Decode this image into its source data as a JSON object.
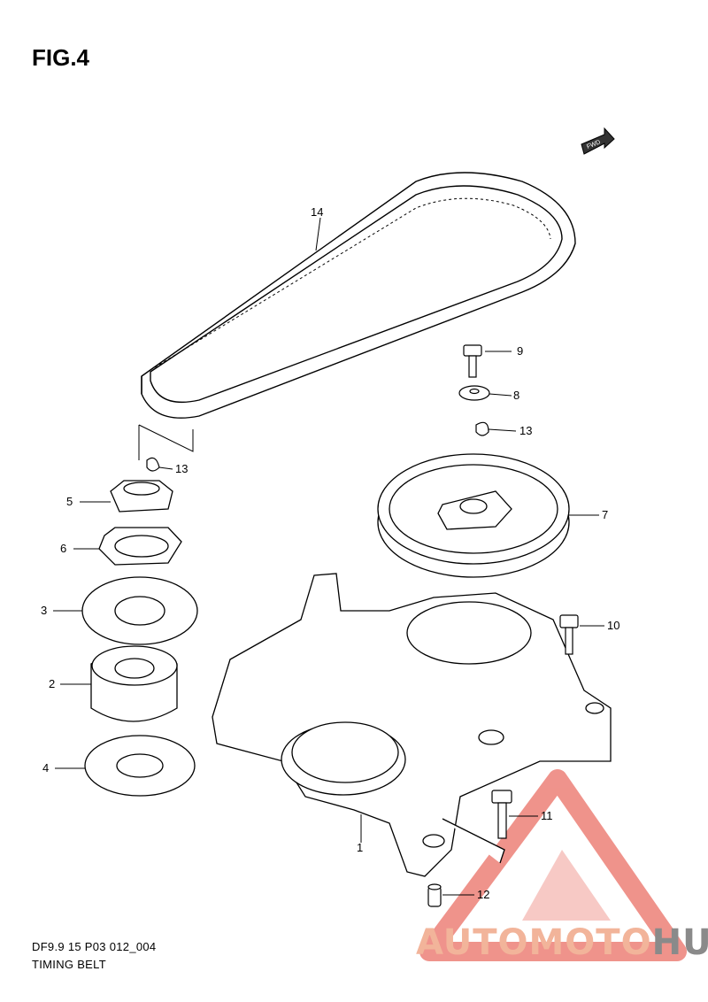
{
  "figure": {
    "title": "FIG.4"
  },
  "fwd_label": "FWD",
  "callouts": [
    {
      "id": "1",
      "label": "1"
    },
    {
      "id": "2",
      "label": "2"
    },
    {
      "id": "3",
      "label": "3"
    },
    {
      "id": "4",
      "label": "4"
    },
    {
      "id": "5",
      "label": "5"
    },
    {
      "id": "6",
      "label": "6"
    },
    {
      "id": "7",
      "label": "7"
    },
    {
      "id": "8",
      "label": "8"
    },
    {
      "id": "9",
      "label": "9"
    },
    {
      "id": "10",
      "label": "10"
    },
    {
      "id": "11",
      "label": "11"
    },
    {
      "id": "12",
      "label": "12"
    },
    {
      "id": "13a",
      "label": "13"
    },
    {
      "id": "13b",
      "label": "13"
    },
    {
      "id": "14",
      "label": "14"
    }
  ],
  "footer": {
    "code": "DF9.9 15 P03 012_004",
    "name": "TIMING BELT"
  },
  "watermark": {
    "part1": "AUTOMOTO",
    "part2": "HUB"
  },
  "colors": {
    "watermark_red": "#e23b2e",
    "watermark_orange": "#f2b49a",
    "watermark_gray": "#8a8a8a",
    "line": "#000000"
  }
}
